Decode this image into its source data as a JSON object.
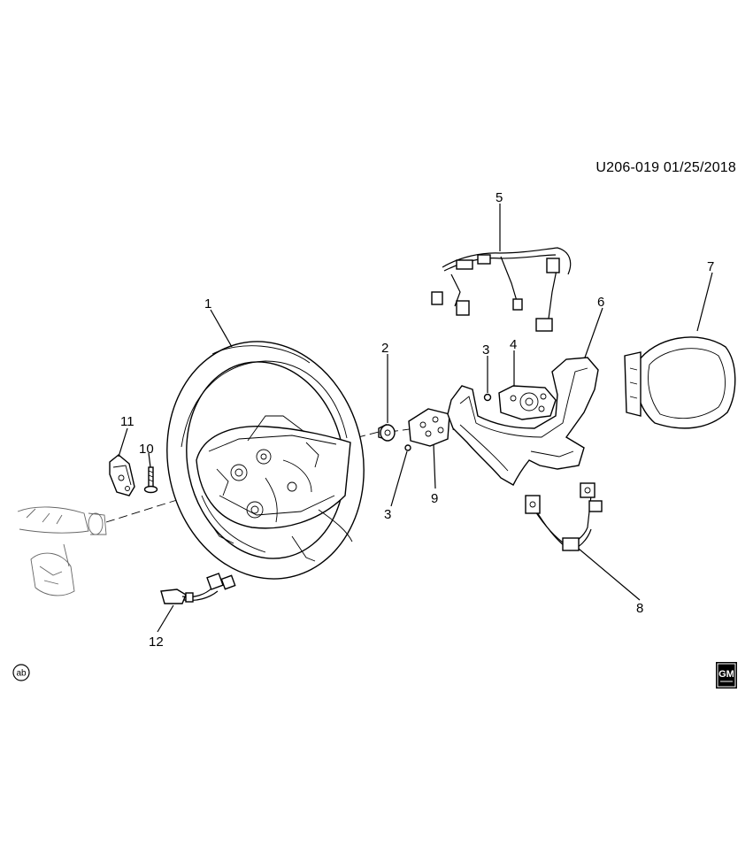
{
  "diagram": {
    "reference": "U206-019  01/25/2018",
    "callouts": {
      "c1": "1",
      "c2": "2",
      "c3a": "3",
      "c3b": "3",
      "c4": "4",
      "c5": "5",
      "c6": "6",
      "c7": "7",
      "c8": "8",
      "c9": "9",
      "c10": "10",
      "c11": "11",
      "c12": "12"
    },
    "ab_badge": "ab",
    "logo_text": "GM"
  }
}
